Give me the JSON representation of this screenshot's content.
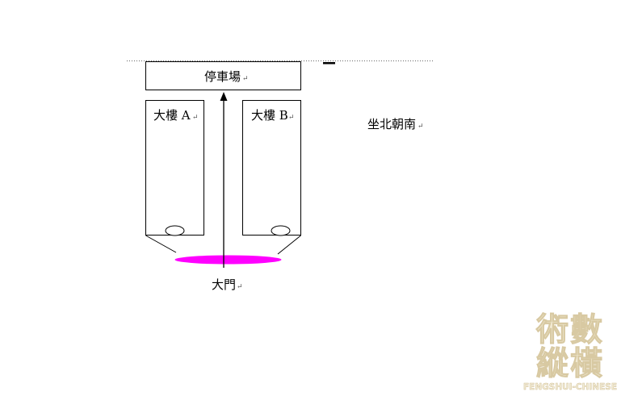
{
  "diagram": {
    "parking": {
      "label": "停車場",
      "mark": "↵"
    },
    "building_a": {
      "label": "大樓 A",
      "mark": "↵"
    },
    "building_b": {
      "label": "大樓 B",
      "mark": "↵"
    },
    "gate": {
      "label": "大門",
      "mark": "↵"
    },
    "orientation": {
      "label": "坐北朝南",
      "mark": "↵"
    },
    "colors": {
      "line": "#000000",
      "gate_pool": "#ff00ff",
      "dotted_line": "#555555"
    }
  },
  "watermark": {
    "line1": "術數",
    "line2": "縱橫",
    "site": "FENGSHUI-CHINESE"
  }
}
